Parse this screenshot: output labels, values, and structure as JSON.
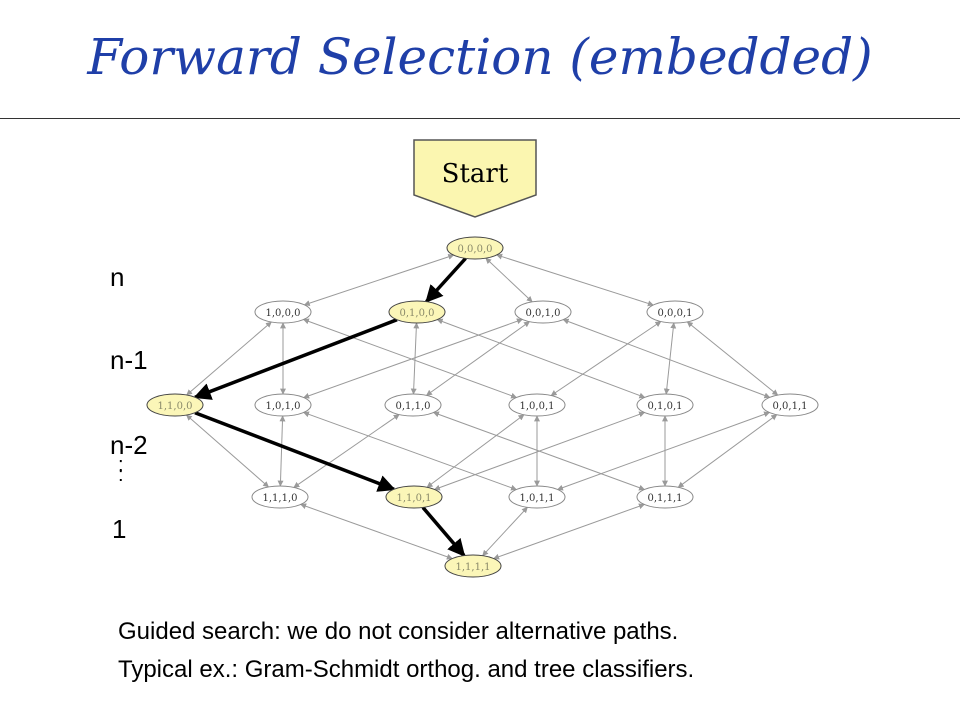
{
  "slide": {
    "title": "Forward Selection (embedded)",
    "start_label": "Start",
    "levels": [
      "n",
      "n-1",
      "n-2",
      "1"
    ],
    "vdots": ":",
    "caption_line1": "Guided search: we do not consider alternative paths.",
    "caption_line2": "Typical ex.: Gram-Schmidt orthog. and tree classifiers."
  },
  "graph": {
    "nodes": [
      {
        "id": "0000",
        "label": "0,0,0,0",
        "highlight": true
      },
      {
        "id": "1000",
        "label": "1,0,0,0",
        "highlight": false
      },
      {
        "id": "0100",
        "label": "0,1,0,0",
        "highlight": true
      },
      {
        "id": "0010",
        "label": "0,0,1,0",
        "highlight": false
      },
      {
        "id": "0001",
        "label": "0,0,0,1",
        "highlight": false
      },
      {
        "id": "1100",
        "label": "1,1,0,0",
        "highlight": true
      },
      {
        "id": "1010",
        "label": "1,0,1,0",
        "highlight": false
      },
      {
        "id": "0110",
        "label": "0,1,1,0",
        "highlight": false
      },
      {
        "id": "1001",
        "label": "1,0,0,1",
        "highlight": false
      },
      {
        "id": "0101",
        "label": "0,1,0,1",
        "highlight": false
      },
      {
        "id": "0011",
        "label": "0,0,1,1",
        "highlight": false
      },
      {
        "id": "1110",
        "label": "1,1,1,0",
        "highlight": false
      },
      {
        "id": "1101",
        "label": "1,1,0,1",
        "highlight": true
      },
      {
        "id": "1011",
        "label": "1,0,1,1",
        "highlight": false
      },
      {
        "id": "0111",
        "label": "0,1,1,1",
        "highlight": false
      },
      {
        "id": "1111",
        "label": "1,1,1,1",
        "highlight": true
      }
    ],
    "path": [
      "0000",
      "0100",
      "1100",
      "1101",
      "1111"
    ],
    "colors": {
      "highlight_fill": "#fbf6b8",
      "node_fill": "#ffffff",
      "edge": "#9a9a9a",
      "path": "#000000",
      "title": "#1f3fa8",
      "start_fill": "#fbf6b0"
    }
  }
}
